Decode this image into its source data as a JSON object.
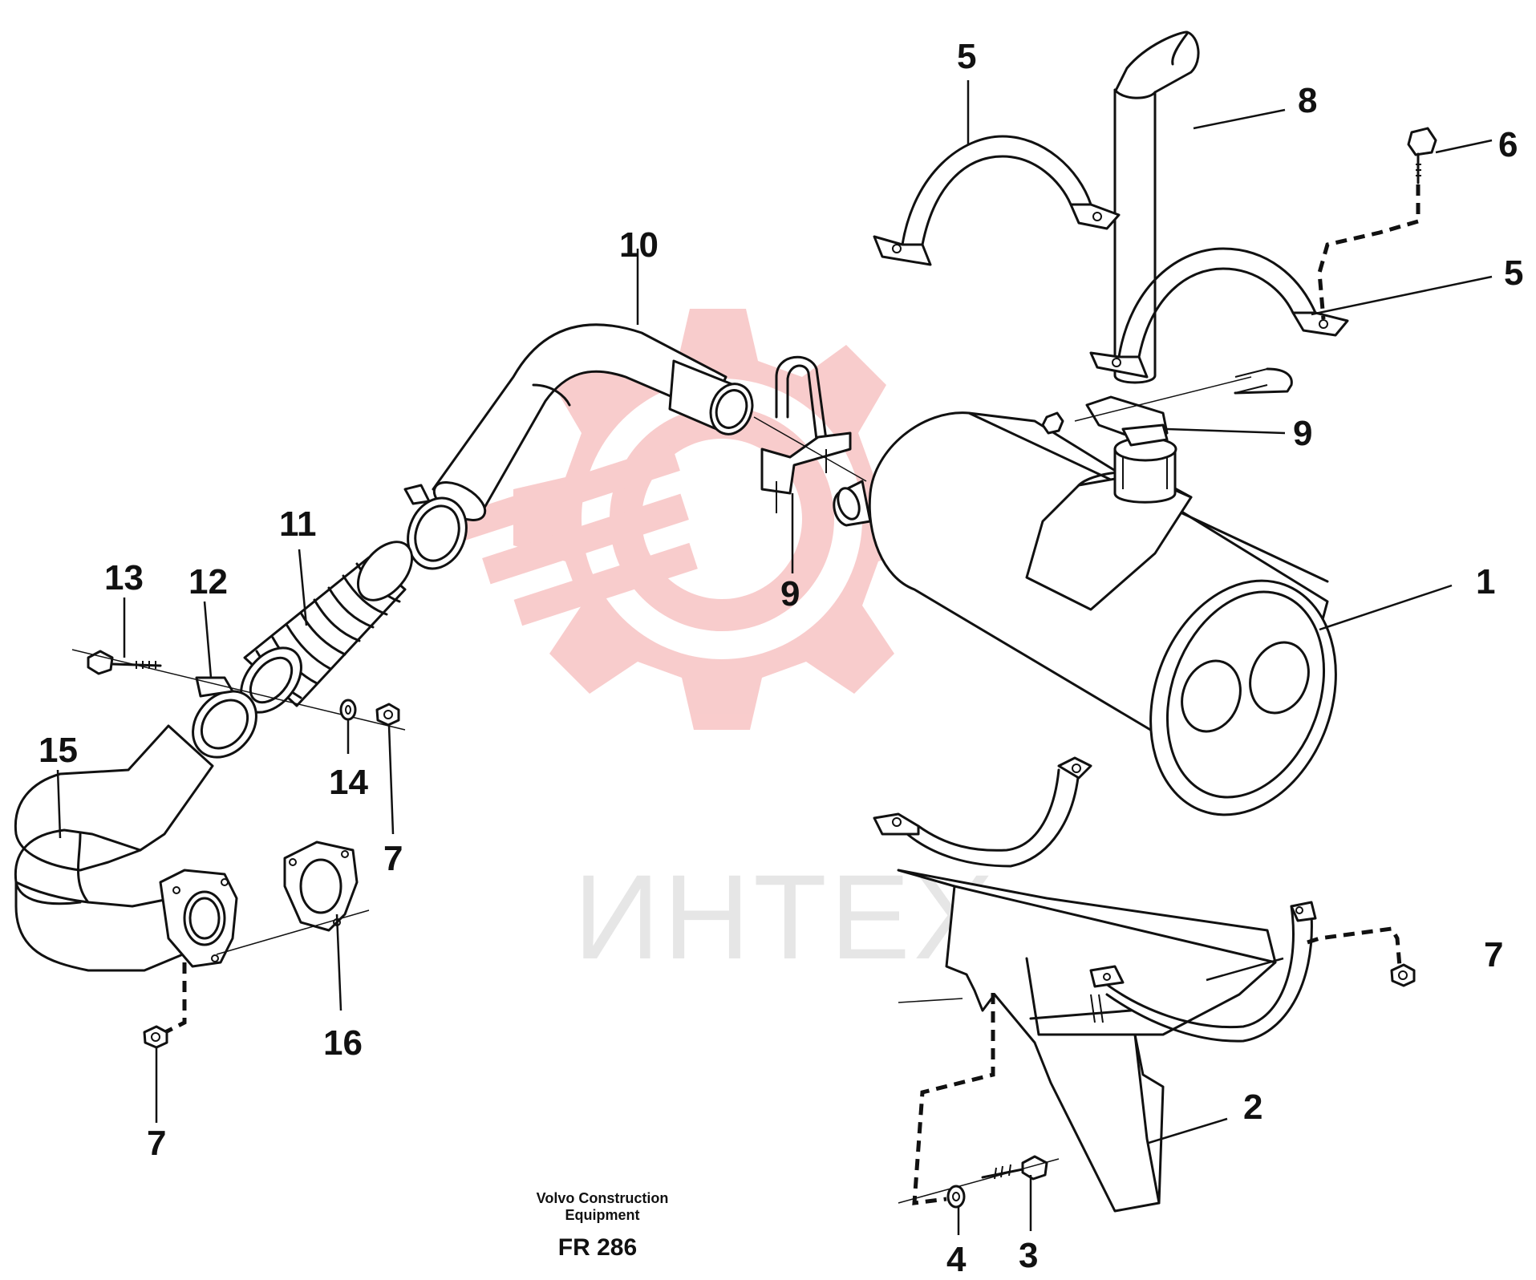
{
  "watermark": {
    "text": "ИНТЕХ",
    "color": "#f4b5b5"
  },
  "footer": {
    "maker_line1": "Volvo Construction",
    "maker_line2": "Equipment",
    "figure_code": "FR 286"
  },
  "callouts": {
    "c1": "1",
    "c2": "2",
    "c3": "3",
    "c4": "4",
    "c5a": "5",
    "c5b": "5",
    "c6": "6",
    "c7a": "7",
    "c7b": "7",
    "c7c": "7",
    "c8": "8",
    "c9a": "9",
    "c9b": "9",
    "c10": "10",
    "c11": "11",
    "c12": "12",
    "c13": "13",
    "c14": "14",
    "c15": "15",
    "c16": "16"
  }
}
